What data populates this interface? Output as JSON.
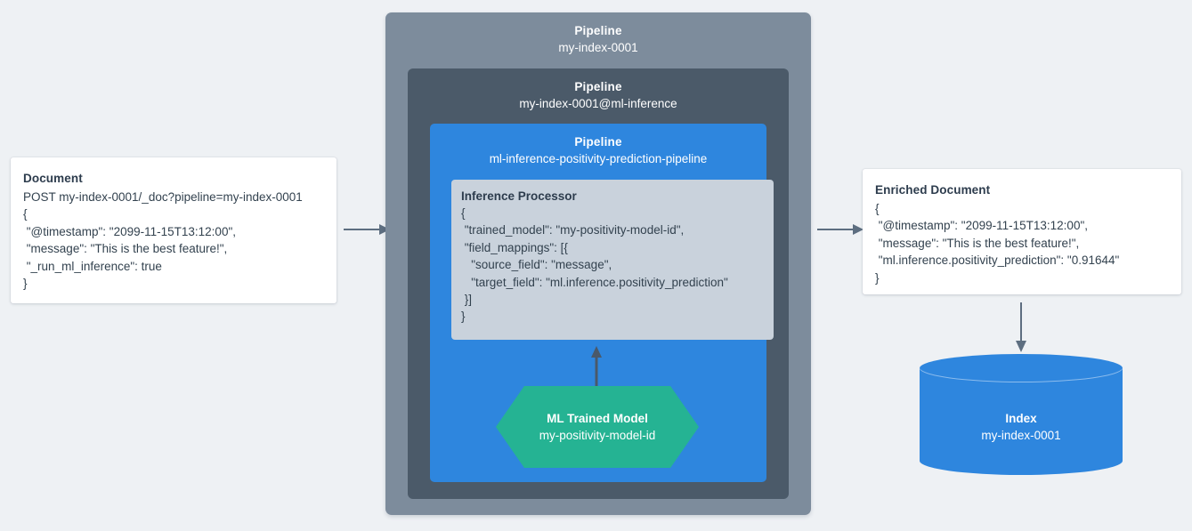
{
  "colors": {
    "background": "#eef1f4",
    "pipeline_outer": "#7d8c9c",
    "pipeline_middle": "#4b5a69",
    "pipeline_inner": "#2e86de",
    "processor": "#c9d2dc",
    "model": "#25b393",
    "index": "#2e86de",
    "arrow": "#5d6e80",
    "card": "#ffffff"
  },
  "document": {
    "title": "Document",
    "lines": [
      "POST my-index-0001/_doc?pipeline=my-index-0001",
      "{",
      " \"@timestamp\": \"2099-11-15T13:12:00\",",
      " \"message\": \"This is the best feature!\",",
      " \"_run_ml_inference\": true",
      "}"
    ]
  },
  "pipeline_outer": {
    "label": "Pipeline",
    "name": "my-index-0001"
  },
  "pipeline_middle": {
    "label": "Pipeline",
    "name": "my-index-0001@ml-inference"
  },
  "pipeline_inner": {
    "label": "Pipeline",
    "name": "ml-inference-positivity-prediction-pipeline"
  },
  "processor": {
    "title": "Inference Processor",
    "lines": [
      "{",
      " \"trained_model\": \"my-positivity-model-id\",",
      " \"field_mappings\": [{",
      "   \"source_field\": \"message\",",
      "   \"target_field\": \"ml.inference.positivity_prediction\"",
      " }]",
      "}"
    ]
  },
  "model": {
    "label": "ML Trained Model",
    "name": "my-positivity-model-id"
  },
  "enriched_document": {
    "title": "Enriched Document",
    "lines": [
      "{",
      " \"@timestamp\": \"2099-11-15T13:12:00\",",
      " \"message\": \"This is the best feature!\",",
      " \"ml.inference.positivity_prediction\": \"0.91644\"",
      "}"
    ]
  },
  "index": {
    "label": "Index",
    "name": "my-index-0001"
  },
  "arrows": {
    "document_to_pipeline": "arrow-right",
    "pipeline_to_enriched": "arrow-right",
    "model_to_processor": "arrow-up",
    "enriched_to_index": "arrow-down"
  }
}
